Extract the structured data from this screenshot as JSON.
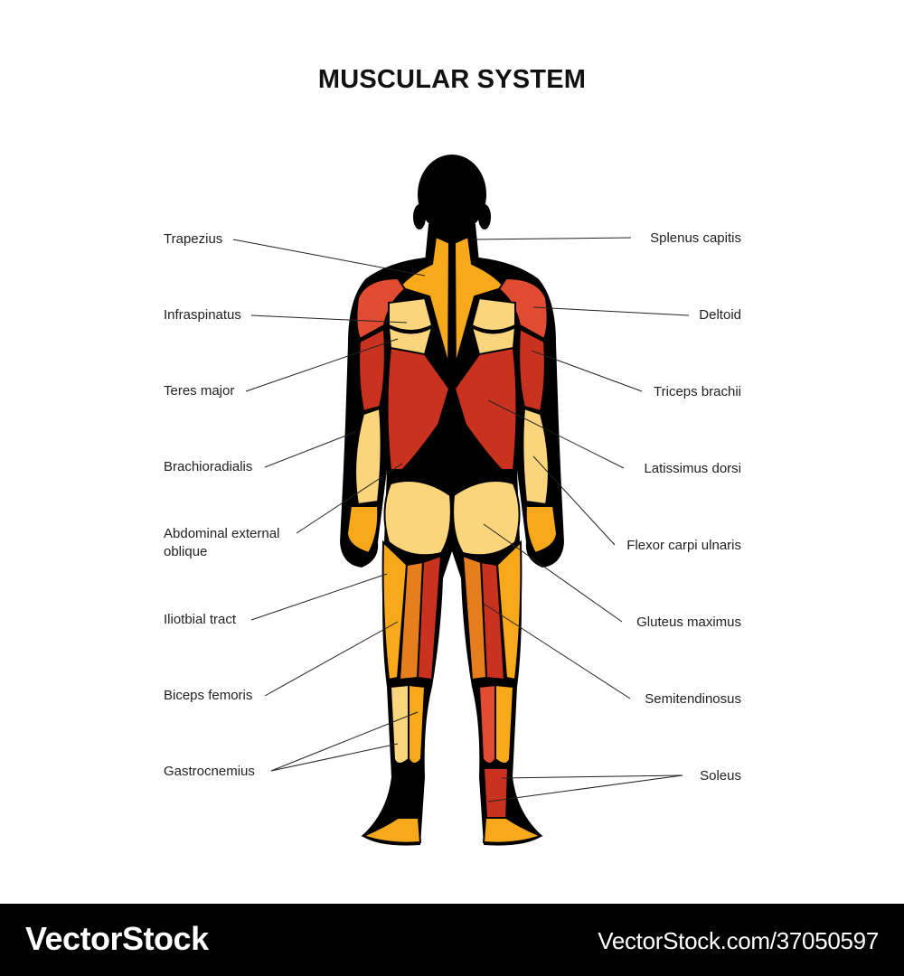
{
  "title": "MUSCULAR SYSTEM",
  "colors": {
    "outline": "#000000",
    "deep_red": "#C8321E",
    "red": "#E14B32",
    "orange": "#E67E1E",
    "amber": "#F7A81B",
    "light_yellow": "#FBD57C"
  },
  "labels": {
    "left": [
      {
        "id": "trapezius",
        "text": "Trapezius"
      },
      {
        "id": "infraspinatus",
        "text": "Infraspinatus"
      },
      {
        "id": "teres-major",
        "text": "Teres major"
      },
      {
        "id": "brachioradialis",
        "text": "Brachioradialis"
      },
      {
        "id": "abdominal-external-oblique",
        "text": "Abdominal external\noblique"
      },
      {
        "id": "iliotbial-tract",
        "text": "Iliotbial tract"
      },
      {
        "id": "biceps-femoris",
        "text": "Biceps femoris"
      },
      {
        "id": "gastrocnemius",
        "text": "Gastrocnemius"
      }
    ],
    "right": [
      {
        "id": "splenus-capitis",
        "text": "Splenus capitis"
      },
      {
        "id": "deltoid",
        "text": "Deltoid"
      },
      {
        "id": "triceps-brachii",
        "text": "Triceps brachii"
      },
      {
        "id": "latissimus-dorsi",
        "text": "Latissimus dorsi"
      },
      {
        "id": "flexor-carpi-ulnaris",
        "text": "Flexor carpi ulnaris"
      },
      {
        "id": "gluteus-maximus",
        "text": "Gluteus maximus"
      },
      {
        "id": "semitendinosus",
        "text": "Semitendinosus"
      },
      {
        "id": "soleus",
        "text": "Soleus"
      }
    ]
  },
  "footer": {
    "brand": "VectorStock",
    "image_id": "VectorStock.com/37050597"
  }
}
